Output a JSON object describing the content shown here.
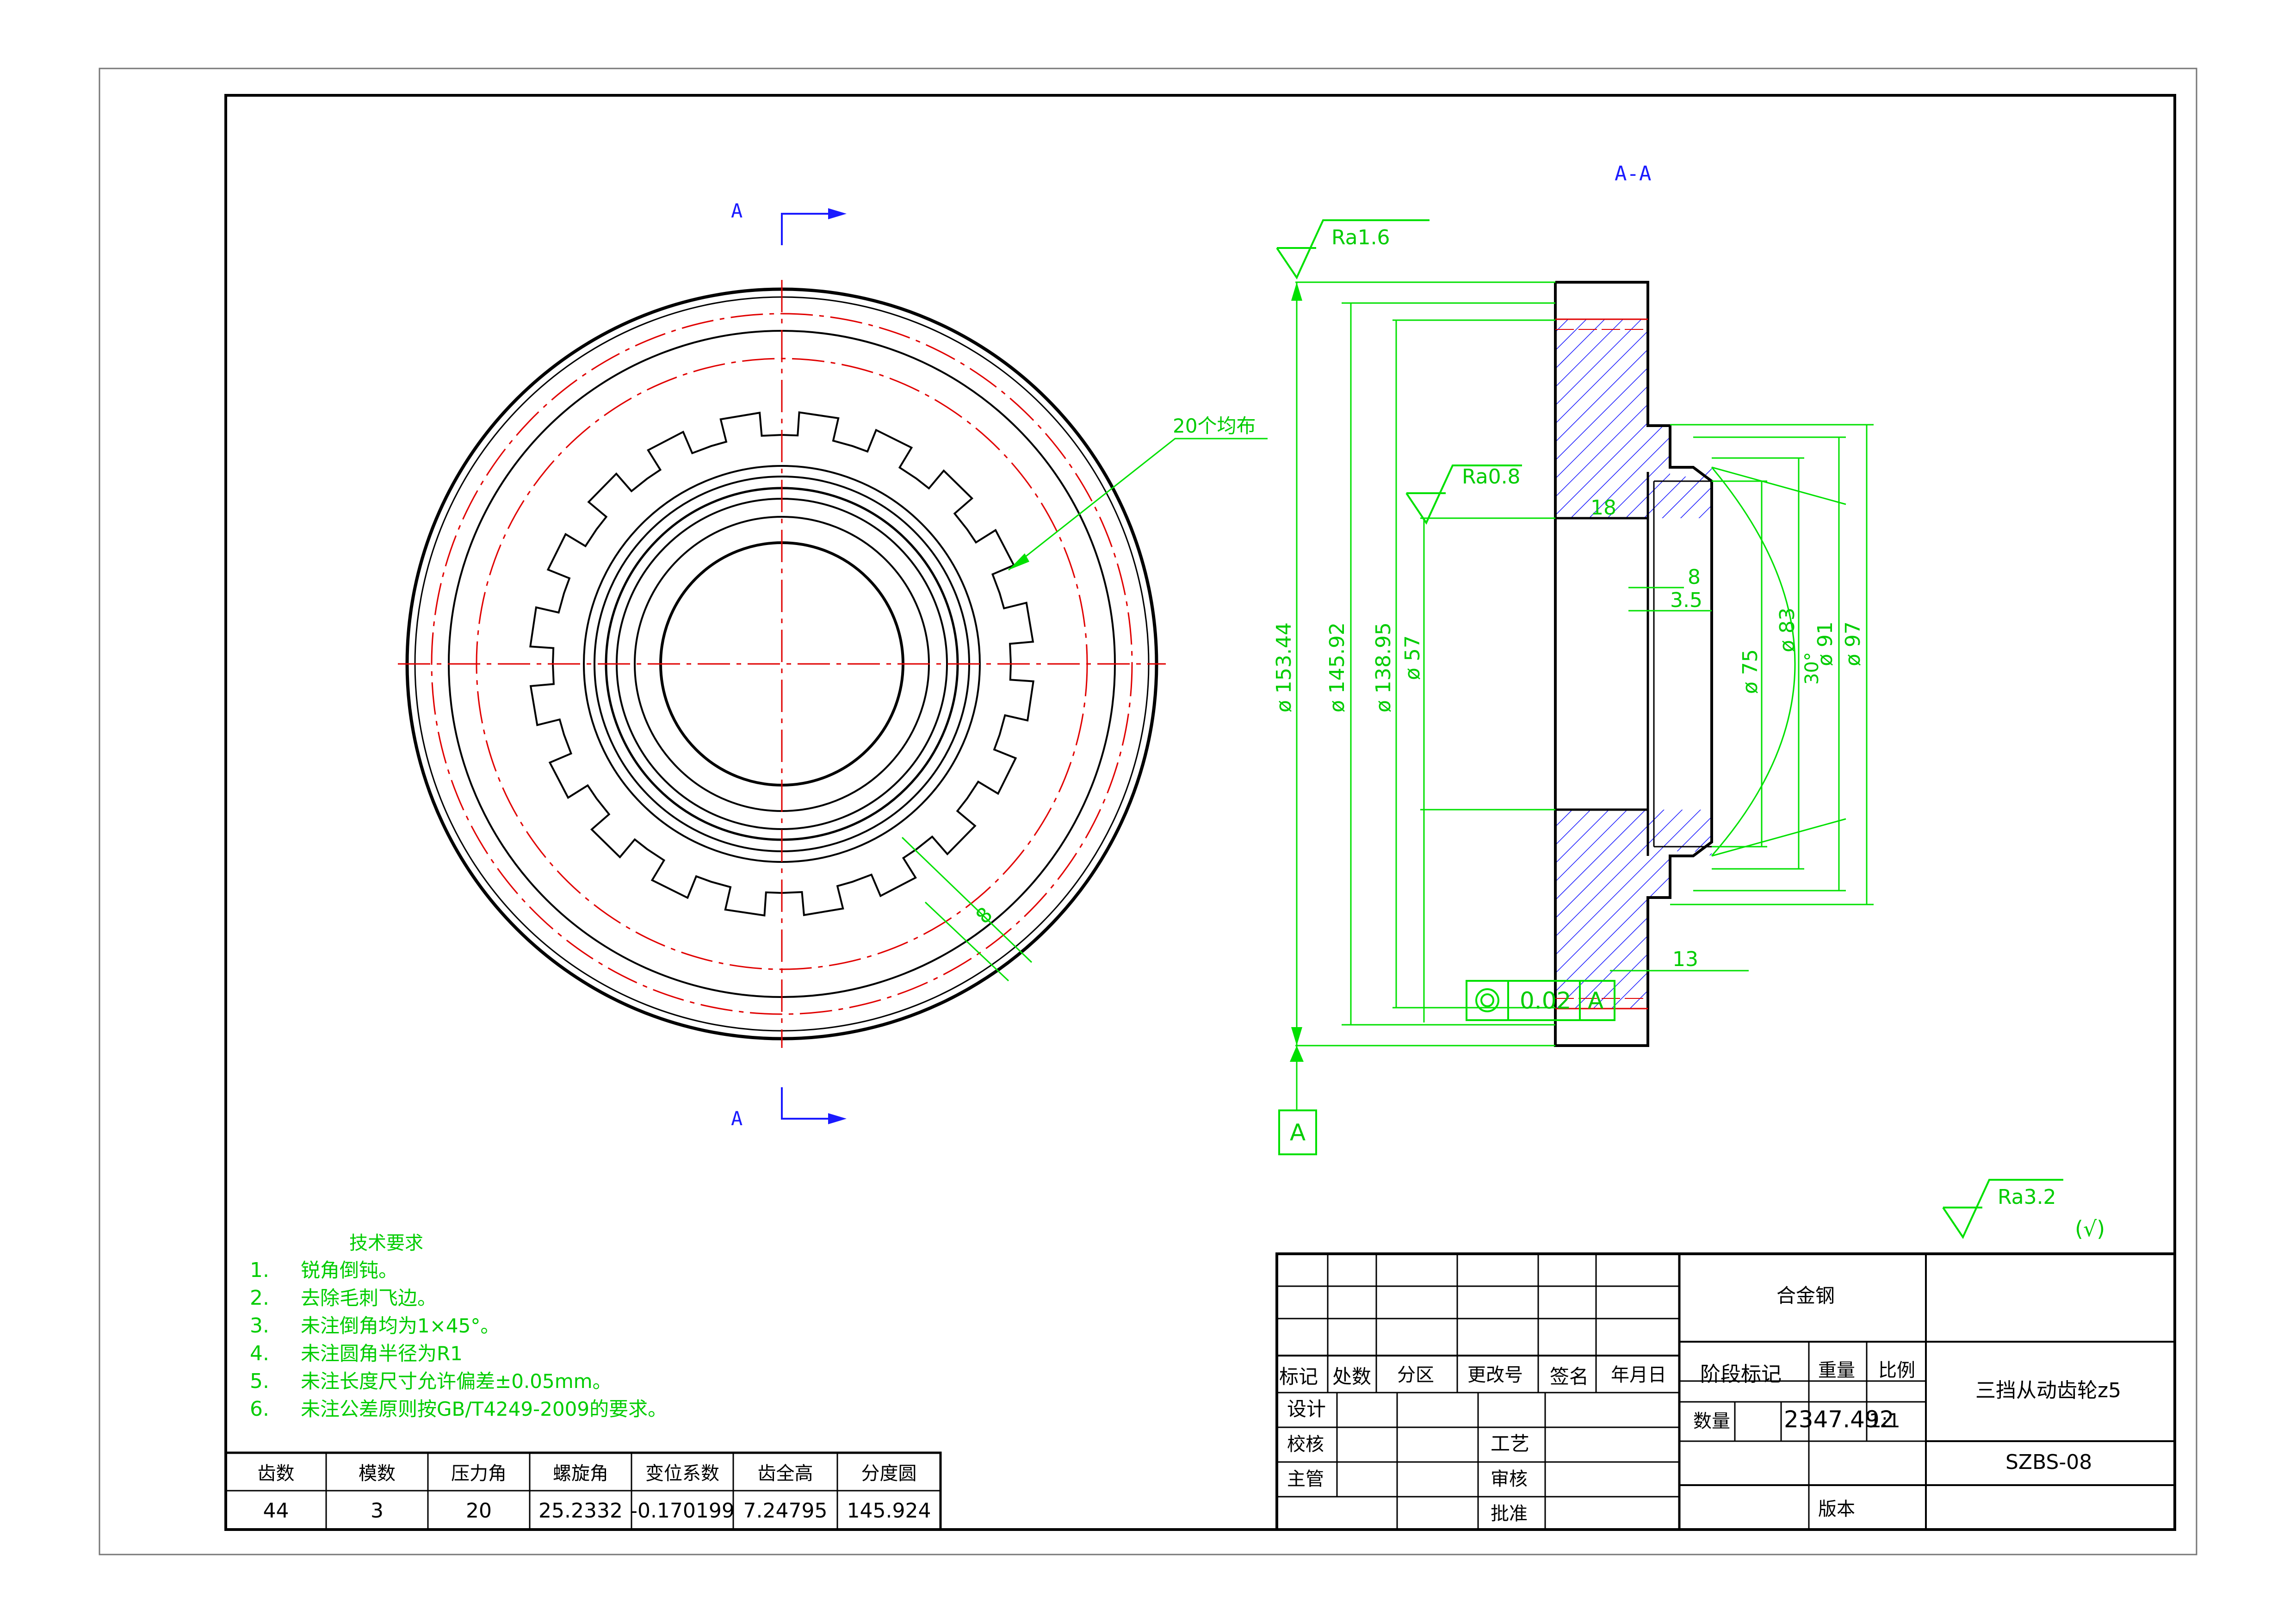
{
  "section_view": {
    "label": "A-A",
    "marker_top": "A",
    "marker_bottom": "A"
  },
  "roughness": {
    "main": "Ra1.6",
    "bore": "Ra0.8",
    "general": "Ra3.2",
    "general_note": "(√)"
  },
  "front_view_notes": {
    "spline_count": "20个均布",
    "chamfer_dim": "8"
  },
  "dimensions": {
    "d_outer": "ø 153.44",
    "d_pitch": "ø 145.92",
    "d_root": "ø 138.95",
    "d_bore": "ø 57",
    "d_75": "ø 75",
    "d_83": "ø 83",
    "d_91": "ø 91",
    "d_97": "ø 97",
    "w_18": "18",
    "w_8": "8",
    "w_3_5": "3.5",
    "w_13": "13",
    "angle_30": "30°"
  },
  "tolerance": {
    "runout": "0.02",
    "datum": "A",
    "datum_box": "A"
  },
  "tech_requirements": {
    "title": "技术要求",
    "items": [
      {
        "num": "1.",
        "text": "锐角倒钝。"
      },
      {
        "num": "2.",
        "text": "去除毛刺飞边。"
      },
      {
        "num": "3.",
        "text": "未注倒角均为1×45°。"
      },
      {
        "num": "4.",
        "text": "未注圆角半径为R1"
      },
      {
        "num": "5.",
        "text": "未注长度尺寸允许偏差±0.05mm。"
      },
      {
        "num": "6.",
        "text": "未注公差原则按GB/T4249-2009的要求。"
      }
    ]
  },
  "gear_params": {
    "headers": [
      "齿数",
      "模数",
      "压力角",
      "螺旋角",
      "变位系数",
      "齿全高",
      "分度圆"
    ],
    "values": [
      "44",
      "3",
      "20",
      "25.2332",
      "-0.170199",
      "7.24795",
      "145.924"
    ]
  },
  "title_block": {
    "material": "合金钢",
    "part_name": "三挡从动齿轮z5",
    "drawing_no": "SZBS-08",
    "labels": {
      "mark": "标记",
      "count": "处数",
      "zone": "分区",
      "change_no": "更改号",
      "sign": "签名",
      "date": "年月日",
      "design": "设计",
      "check": "校核",
      "supervisor": "主管",
      "process": "工艺",
      "review": "审核",
      "approve": "批准",
      "stage": "阶段标记",
      "weight": "重量",
      "scale": "比例",
      "quantity": "数量",
      "version": "版本"
    },
    "weight_value": "2347.492",
    "scale_value": "1:1"
  }
}
